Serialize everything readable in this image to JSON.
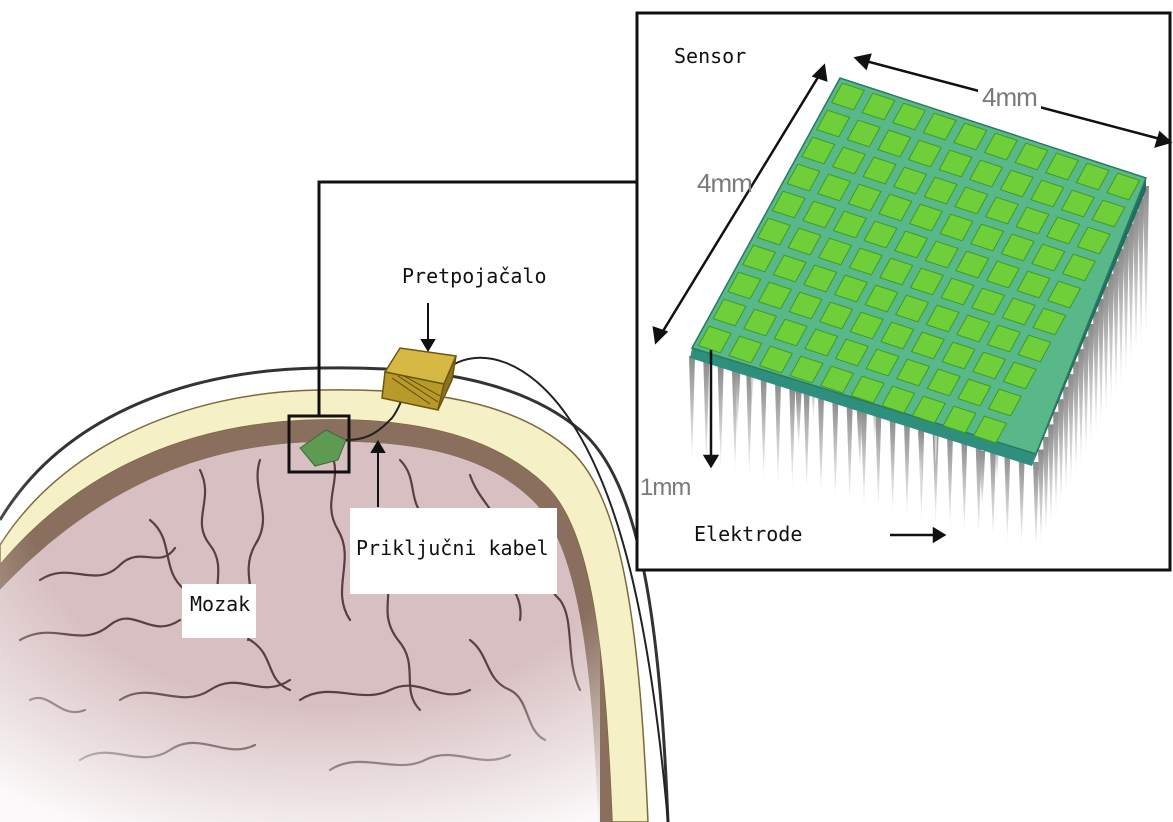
{
  "labels": {
    "sensor": "Sensor",
    "width_dim": "4mm",
    "depth_dim": "4mm",
    "height_dim": "1mm",
    "electrodes": "Elektrode",
    "preamplifier": "Pretpojačalo",
    "connector_cable": "Priključni kabel",
    "brain": "Mozak"
  },
  "sensor_grid": {
    "rows": 10,
    "cols": 10
  },
  "colors": {
    "sensor_pad": "#6fcf3a",
    "sensor_base": "#2f8f7e",
    "skull": "#f6f0c6",
    "brain_tissue": "#d8c0c2",
    "preamplifier": "#b89a2a"
  }
}
